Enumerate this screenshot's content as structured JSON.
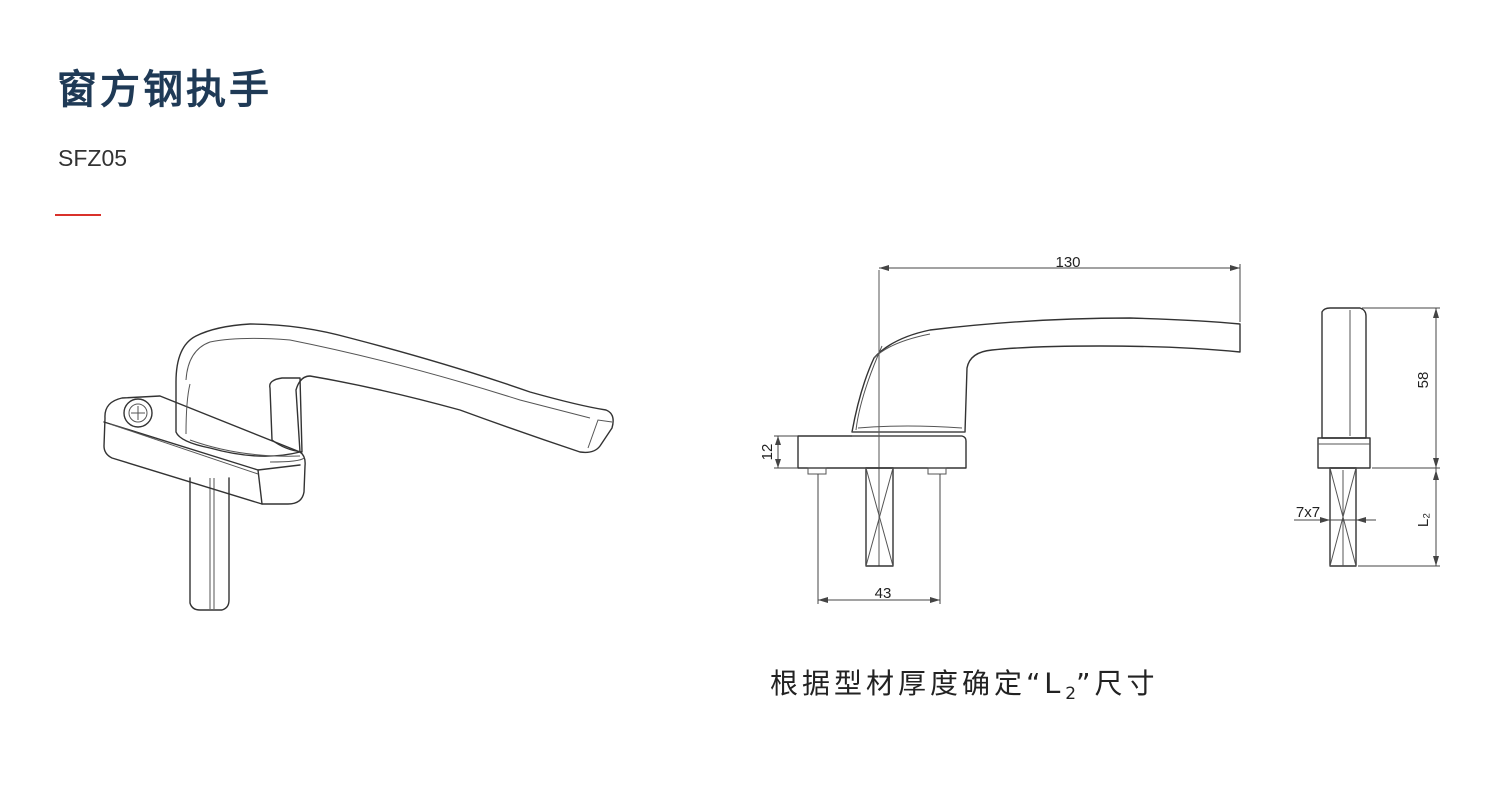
{
  "header": {
    "title": "窗方钢执手",
    "model": "SFZ05"
  },
  "colors": {
    "title": "#1f3a56",
    "accent_line": "#d9312b",
    "drawing_stroke": "#333333"
  },
  "drawing": {
    "dimensions": {
      "overall_length": "130",
      "base_height": "12",
      "base_width": "43",
      "total_height": "58",
      "spindle_size": "7x7",
      "spindle_length": "L₂"
    }
  },
  "note": {
    "text_before": "根据型材厚度确定“",
    "symbol": "L",
    "subscript": "2",
    "text_after": "”尺寸"
  }
}
